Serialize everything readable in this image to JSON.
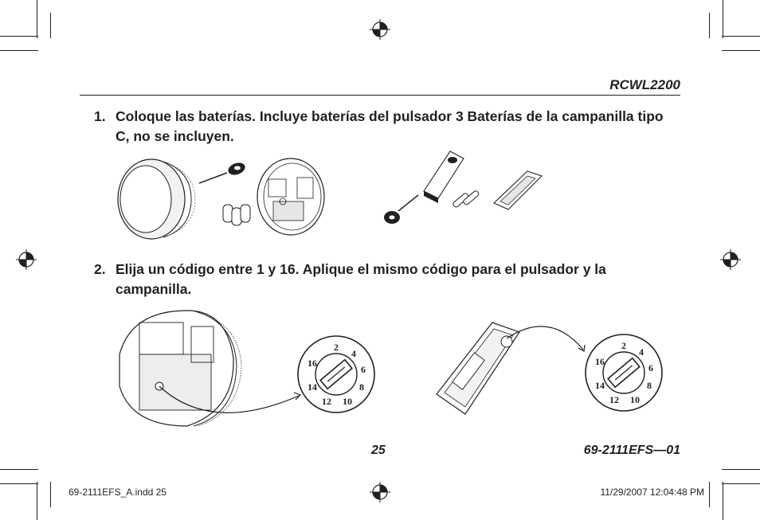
{
  "header": {
    "model": "RCWL2200"
  },
  "steps": [
    {
      "number": "1.",
      "text": "Coloque las baterías. Incluye baterías del pulsador 3 Baterías de la campanilla tipo C, no se incluyen."
    },
    {
      "number": "2.",
      "text": "Elija un código entre 1 y 16. Aplique el mismo código para el pulsador y la campanilla."
    }
  ],
  "dials": {
    "labels": [
      "2",
      "4",
      "6",
      "8",
      "10",
      "12",
      "14",
      "16"
    ]
  },
  "footer": {
    "page_number": "25",
    "doc_number": "69-2111EFS—01"
  },
  "slug": {
    "file": "69-2111EFS_A.indd   25",
    "timestamp": "11/29/2007   12:04:48 PM"
  },
  "icons": [
    "registration-mark-icon",
    "crop-mark-icon"
  ]
}
